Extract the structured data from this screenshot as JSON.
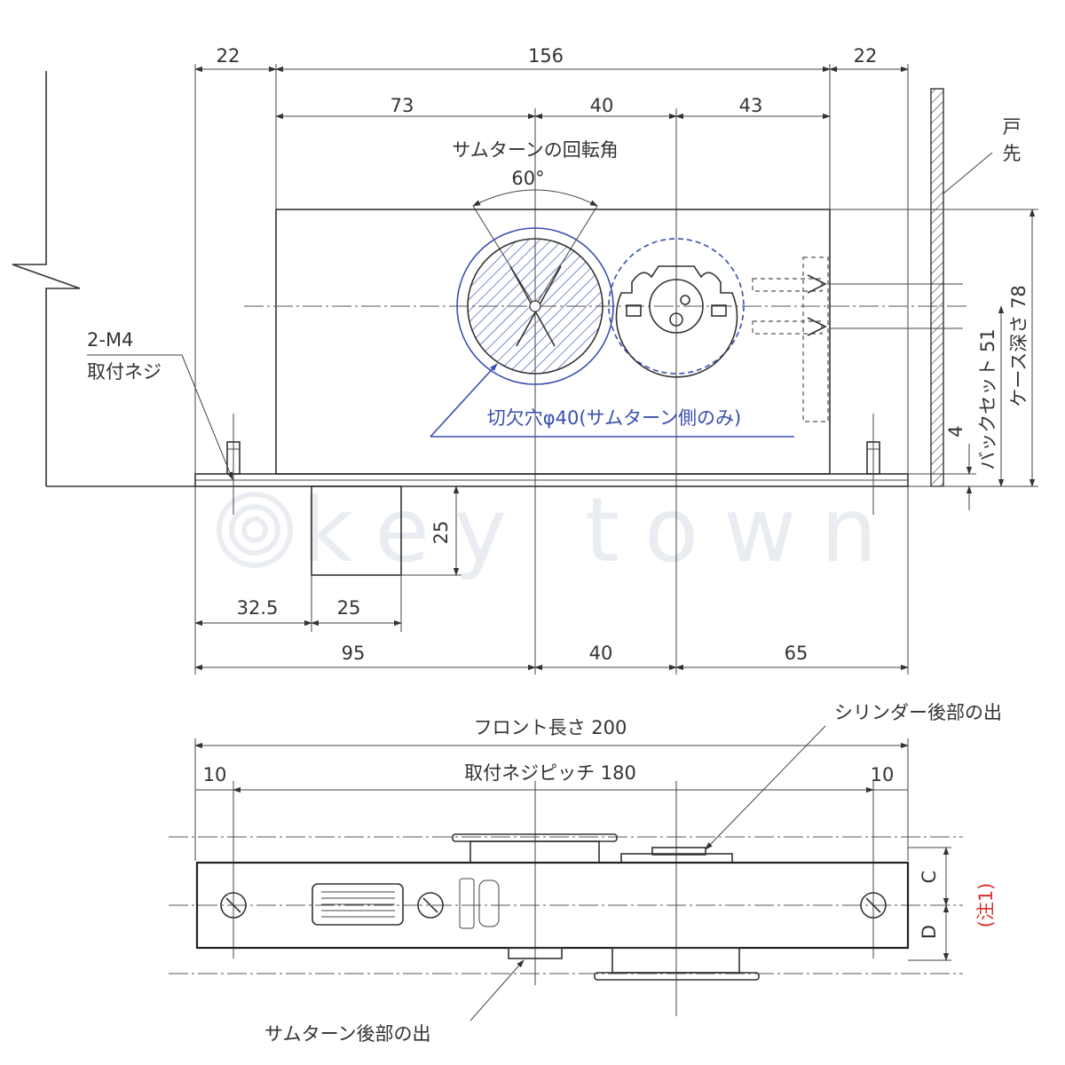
{
  "colors": {
    "line": "#333333",
    "accent_blue": "#3a4fb0",
    "note_red": "#d9302c",
    "watermark": "#e9edf2"
  },
  "top_view": {
    "dims_top": {
      "left_margin": "22",
      "overall": "156",
      "right_margin": "22"
    },
    "dims_second": {
      "to_thumbturn": "73",
      "thumb_to_cyl": "40",
      "cyl_to_front": "43"
    },
    "rotation_label": "サムターンの回転角",
    "rotation_angle": "60°",
    "door_edge_label_1": "戸",
    "door_edge_label_2": "先",
    "screws_label_1": "2-M4",
    "screws_label_2": "取付ネジ",
    "cutout_label": "切欠穴φ40(サムターン側のみ)",
    "case_depth": "ケース深さ 78",
    "backset": "バックセット 51",
    "plate_thickness": "4",
    "bolt_height": "25",
    "bottom_row1": {
      "a": "32.5",
      "b": "25"
    },
    "bottom_row2": {
      "a": "95",
      "b": "40",
      "c": "65"
    },
    "watermark": "key town"
  },
  "front_view": {
    "front_length": "フロント長さ 200",
    "screw_pitch": "取付ネジピッチ 180",
    "left_margin": "10",
    "right_margin": "10",
    "cylinder_projection": "シリンダー後部の出",
    "thumbturn_projection": "サムターン後部の出",
    "dim_c": "C",
    "dim_d": "D",
    "note": "(注1)"
  }
}
